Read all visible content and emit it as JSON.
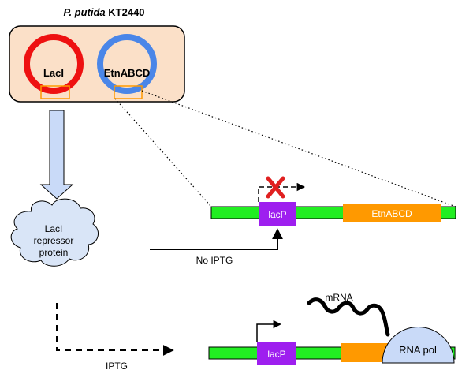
{
  "title": {
    "species": "P. putida",
    "strain": " KT2440"
  },
  "plasmids": {
    "repressor": {
      "label": "LacI",
      "color": "#ee1111"
    },
    "pathway": {
      "label": "EtnABCD",
      "color": "#4a86e8"
    }
  },
  "cloud": {
    "line1": "LacI",
    "line2": "repressor",
    "line3": "protein"
  },
  "constructs": {
    "promoter_label": "lacP",
    "gene_label": "EtnABCD"
  },
  "conditions": {
    "no_iptg": "No IPTG",
    "iptg": "IPTG"
  },
  "transcription": {
    "mrna_label": "mRNA",
    "polymerase_label": "RNA pol"
  },
  "colors": {
    "cell_fill": "#fbe0c8",
    "backbone": "#22ee22",
    "promoter": "#9e1fef",
    "gene": "#ff9900",
    "arrow_fill": "#c9daf8",
    "cloud_fill": "#d9e5f7",
    "polymerase_fill": "#c9daf8",
    "block_mark": "#e02020"
  }
}
